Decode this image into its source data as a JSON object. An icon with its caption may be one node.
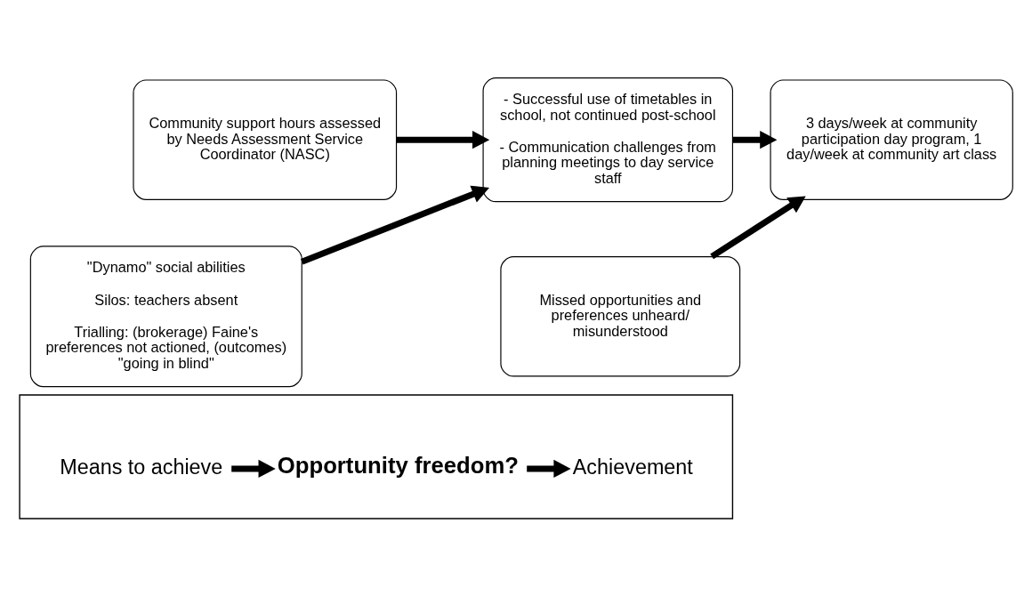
{
  "diagram": {
    "nodes": [
      {
        "text": [
          "Community support hours assessed by Needs Assessment Service Coordinator (NASC)"
        ]
      },
      {
        "text": [
          "- Successful use of timetables in school, not continued post-school",
          "- Communication challenges from planning meetings to day service staff"
        ]
      },
      {
        "text": [
          "3 days/week at community participation day program, 1 day/week at community art class"
        ]
      },
      {
        "text": [
          "\"Dynamo\" social abilities",
          "Silos: teachers absent",
          "Trialling: (brokerage) Faine's preferences not actioned, (outcomes) \"going in blind\""
        ]
      },
      {
        "text": [
          "Missed opportunities and preferences unheard/ misunderstood"
        ]
      },
      {
        "text": [],
        "shape": "box"
      },
      {
        "text": [
          "Means to achieve"
        ],
        "in": 5
      },
      {
        "text": [
          "Opportunity freedom?"
        ],
        "in": 5
      },
      {
        "text": [
          "Achievement"
        ],
        "in": 5
      }
    ],
    "edges": [
      {
        "from": 0,
        "to": 1,
        "arrow": "to"
      },
      {
        "from": 3,
        "to": 1,
        "arrow": "to"
      },
      {
        "from": 1,
        "to": 2,
        "arrow": "to"
      },
      {
        "from": 4,
        "to": 2,
        "arrow": "to"
      },
      {
        "from": 6,
        "to": 7,
        "arrow": "to"
      },
      {
        "from": 7,
        "to": 8,
        "arrow": "to"
      }
    ]
  }
}
